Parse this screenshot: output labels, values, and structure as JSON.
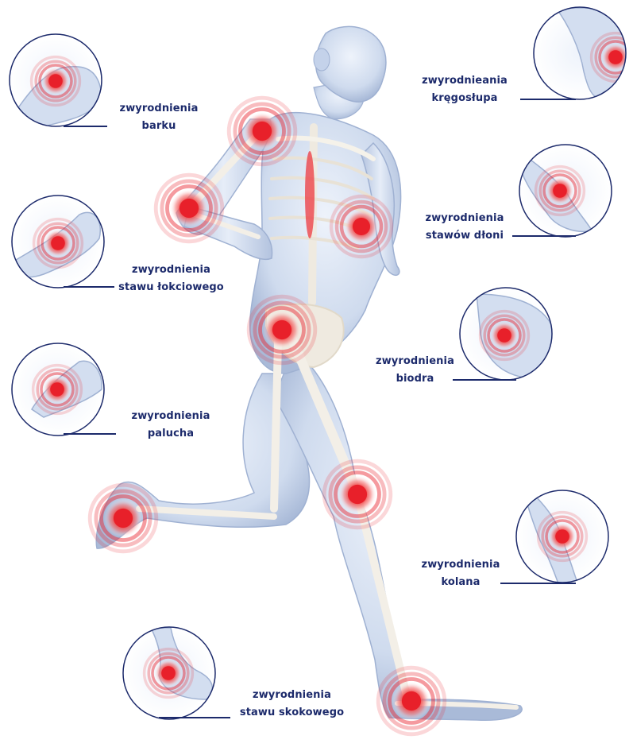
{
  "labels": {
    "shoulder": [
      "zwyrodnienia",
      "barku"
    ],
    "elbow": [
      "zwyrodnienia",
      "stawu łokciowego"
    ],
    "big_toe": [
      "zwyrodnienia",
      "palucha"
    ],
    "ankle": [
      "zwyrodnienia",
      "stawu skokowego"
    ],
    "spine": [
      "zwyrodnieania",
      "kręgosłupa"
    ],
    "hand": [
      "zwyrodnienia",
      "stawów dłoni"
    ],
    "hip": [
      "zwyrodnienia",
      "biodra"
    ],
    "knee": [
      "zwyrodnienia",
      "kolana"
    ]
  },
  "colors": {
    "text": "#1c2a6b",
    "circle_border": "#1c2a6b",
    "pain": "#e8202a",
    "body": "#c9d6ec",
    "bone": "#f4f1ea"
  }
}
